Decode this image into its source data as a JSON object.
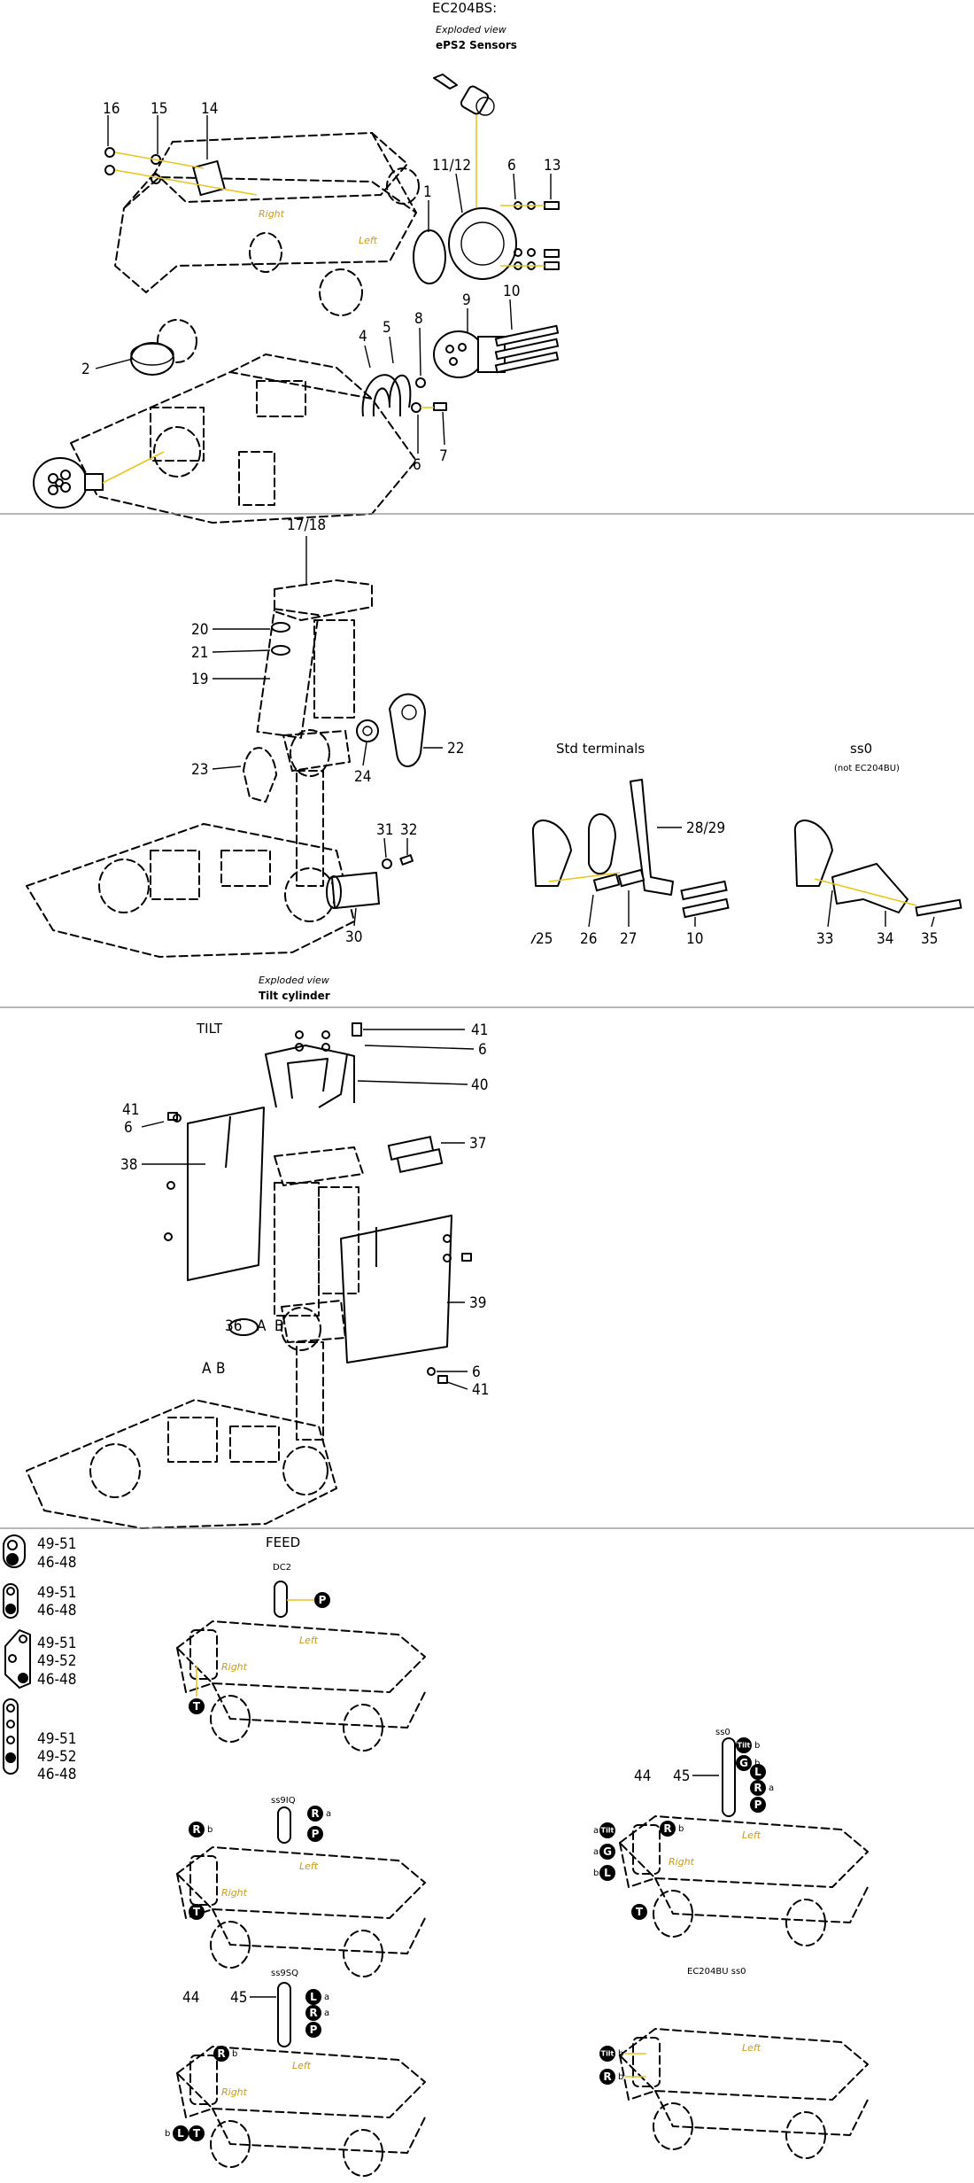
{
  "header": {
    "model": "EC204BS:",
    "view": "Exploded view",
    "subject": "ePS2 Sensors"
  },
  "section1": {
    "callouts": [
      "16",
      "15",
      "14",
      "11/12",
      "6",
      "13",
      "1",
      "2",
      "9",
      "10",
      "8",
      "4",
      "5",
      "6",
      "7"
    ],
    "tags": [
      "Right",
      "Left"
    ]
  },
  "section2": {
    "callouts": [
      "17/18",
      "20",
      "21",
      "19",
      "22",
      "23",
      "24",
      "31",
      "32",
      "30"
    ],
    "caption_view": "Exploded view",
    "caption_subject": "Tilt cylinder",
    "std_title": "Std terminals",
    "std_callouts": [
      "28/29",
      "25",
      "26",
      "27",
      "10"
    ],
    "ss0_title": "ss0",
    "ss0_note": "(not EC204BU)",
    "ss0_callouts": [
      "33",
      "34",
      "35"
    ]
  },
  "section3": {
    "title": "TILT",
    "callouts": [
      "41",
      "6",
      "40",
      "41",
      "6",
      "38",
      "37",
      "36",
      "39",
      "6",
      "41"
    ],
    "port_a": "A",
    "port_b": "B"
  },
  "section4": {
    "title": "FEED",
    "legend": [
      [
        "49-51",
        "46-48"
      ],
      [
        "49-51",
        "46-48"
      ],
      [
        "49-51",
        "49-52",
        "46-48"
      ],
      [
        "49-51",
        "49-52",
        "46-48"
      ]
    ],
    "variants": {
      "dc2": "DC2",
      "ss9iq": "ss9IQ",
      "ss9sq": "ss9SQ",
      "ss0": "ss0",
      "ec204bu": "EC204BU ss0"
    },
    "callouts": [
      "44",
      "45",
      "44",
      "45"
    ],
    "badges": {
      "p": "P",
      "t": "T",
      "r": "R",
      "l": "L",
      "g": "G",
      "tilt": "Tilt"
    },
    "sub_a": "a",
    "sub_b": "b",
    "tags": [
      "Left",
      "Right"
    ]
  }
}
